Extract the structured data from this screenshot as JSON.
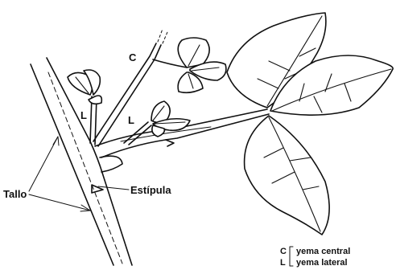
{
  "labels": {
    "c_bud": "C",
    "l_bud_upper": "L",
    "l_bud_lower": "L",
    "stem": "Tallo",
    "stipule": "Estípula"
  },
  "legend": {
    "c_key": "C",
    "c_text": "yema central",
    "l_key": "L",
    "l_text": "yema lateral"
  }
}
